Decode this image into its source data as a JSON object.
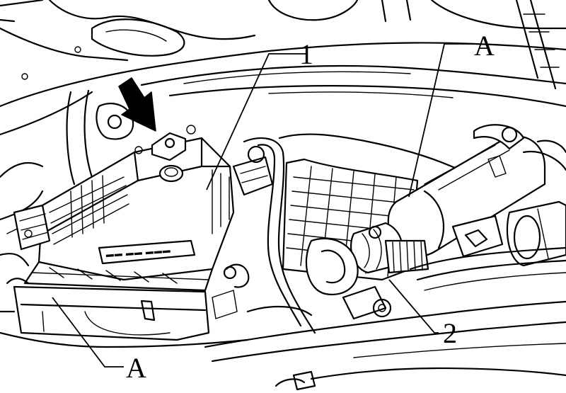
{
  "callouts": {
    "one": "1",
    "two": "2",
    "a_top": "A",
    "a_bottom": "A"
  },
  "icons": {
    "pointer": "down-right-arrow-icon"
  },
  "colors": {
    "ink": "#000000",
    "paper": "#ffffff"
  }
}
